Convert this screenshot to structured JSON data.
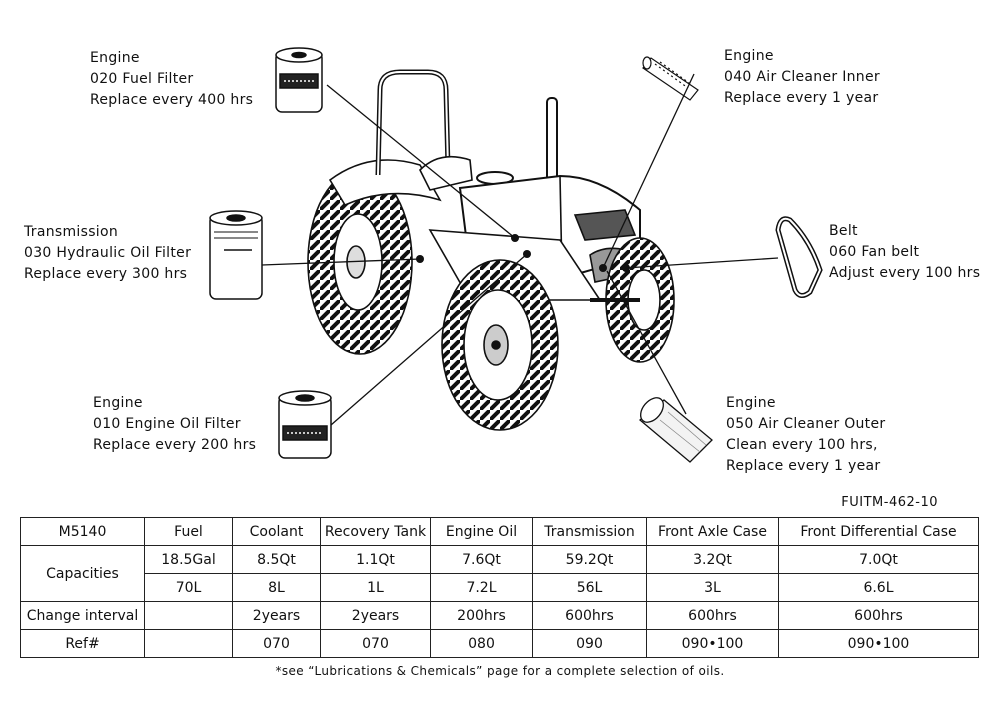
{
  "labels": {
    "fuel_filter": [
      "Engine",
      "020 Fuel Filter",
      "Replace every 400 hrs"
    ],
    "air_inner": [
      "Engine",
      "040 Air Cleaner Inner",
      "Replace every 1 year"
    ],
    "hyd_filter": [
      "Transmission",
      "030 Hydraulic Oil Filter",
      "Replace every 300 hrs"
    ],
    "belt": [
      "Belt",
      "060 Fan belt",
      "Adjust every 100 hrs"
    ],
    "oil_filter": [
      "Engine",
      "010 Engine Oil Filter",
      "Replace every 200 hrs"
    ],
    "air_outer": [
      "Engine",
      "050 Air Cleaner Outer",
      "Clean every 100 hrs,",
      "Replace every 1 year"
    ]
  },
  "figure_code": "FUITM-462-10",
  "table": {
    "model": "M5140",
    "columns": [
      "Fuel",
      "Coolant",
      "Recovery Tank",
      "Engine Oil",
      "Transmission",
      "Front Axle Case",
      "Front Differential Case"
    ],
    "capacities_label": "Capacities",
    "capacities_us": [
      "18.5Gal",
      "8.5Qt",
      "1.1Qt",
      "7.6Qt",
      "59.2Qt",
      "3.2Qt",
      "7.0Qt"
    ],
    "capacities_metric": [
      "70L",
      "8L",
      "1L",
      "7.2L",
      "56L",
      "3L",
      "6.6L"
    ],
    "change_label": "Change interval",
    "change": [
      "",
      "2years",
      "2years",
      "200hrs",
      "600hrs",
      "600hrs",
      "600hrs"
    ],
    "ref_label": "Ref#",
    "ref": [
      "",
      "070",
      "070",
      "080",
      "090",
      "090•100",
      "090•100"
    ]
  },
  "footnote": "*see “Lubrications & Chemicals” page for a complete selection of oils."
}
